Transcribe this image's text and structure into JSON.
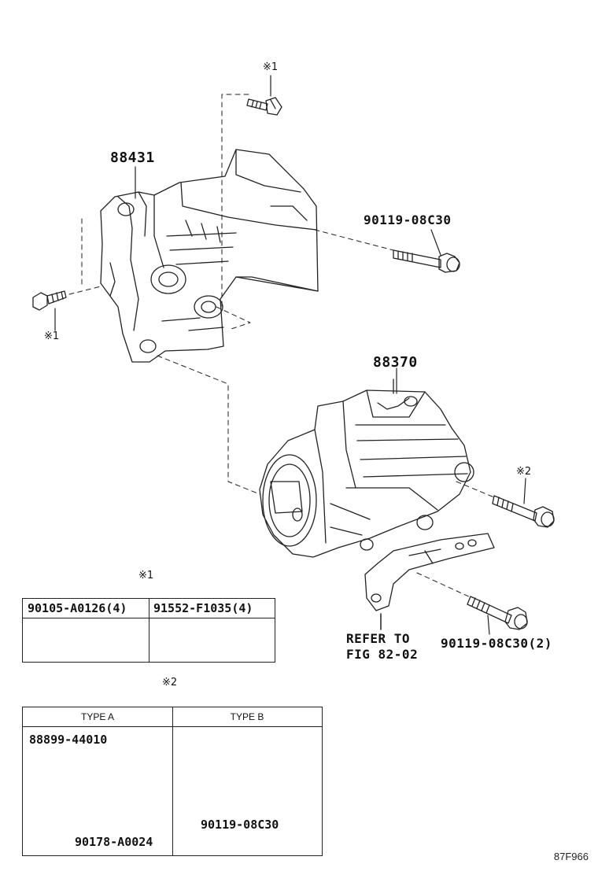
{
  "callouts": {
    "bracket": "88431",
    "compressor": "88370",
    "bolt_bracket_right": "90119-08C30",
    "bolt_lower_right": "90119-08C30(2)",
    "refer_line1": "REFER TO",
    "refer_line2": "FIG 82-02"
  },
  "marks": {
    "note1": "※1",
    "note2": "※2"
  },
  "table_note1": {
    "mark": "※1",
    "columns": [
      "90105-A0126(4)",
      "91552-F1035(4)"
    ]
  },
  "table_note2": {
    "mark": "※2",
    "headers": [
      "TYPE A",
      "TYPE B"
    ],
    "type_a_parts": [
      "88899-44010",
      "90178-A0024"
    ],
    "type_b_parts": [
      "90119-08C30"
    ]
  },
  "figure_ref": "87F966"
}
